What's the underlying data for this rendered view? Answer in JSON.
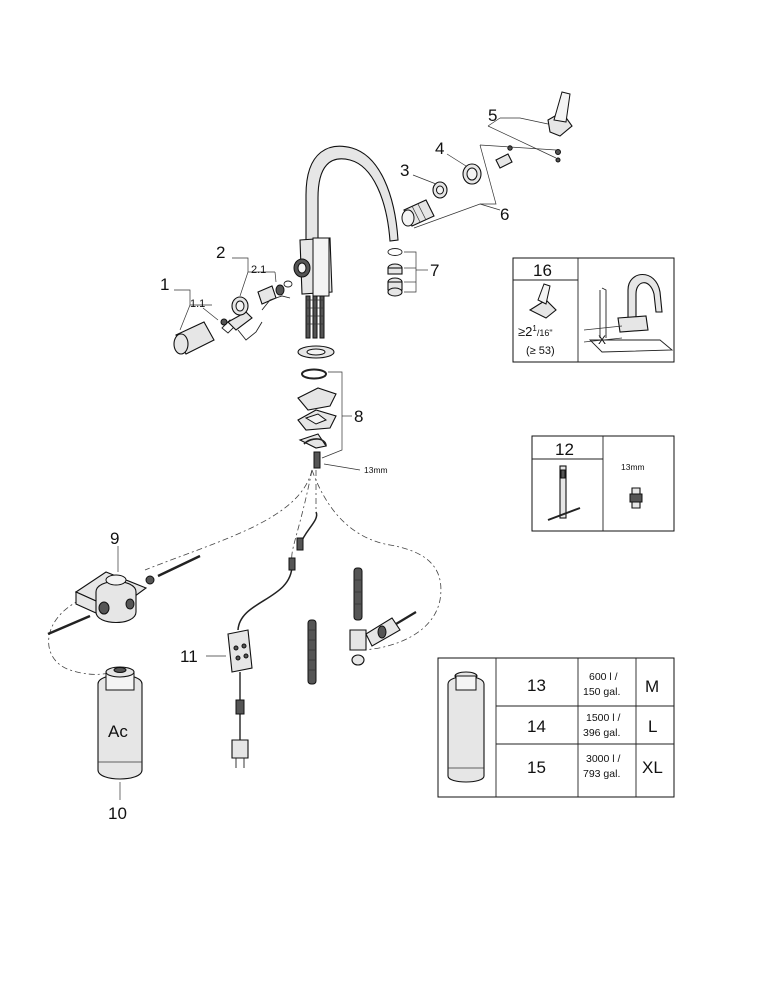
{
  "callouts": {
    "p1": "1",
    "p1_1": "1.1",
    "p2": "2",
    "p2_1": "2.1",
    "p3": "3",
    "p4": "4",
    "p5": "5",
    "p6": "6",
    "p7": "7",
    "p8": "8",
    "p9": "9",
    "p10": "10",
    "p11": "11",
    "wrench_size": "13mm"
  },
  "cartridge_label": "Ac",
  "box16": {
    "number": "16",
    "dimension_main": "≥2",
    "dimension_sup": "1",
    "dimension_den": "/16\"",
    "dimension_metric": "(≥ 53)",
    "x_label": "X"
  },
  "box12": {
    "number": "12",
    "size": "13mm"
  },
  "filter_table": {
    "rows": [
      {
        "number": "13",
        "capacity_line1": "600 l /",
        "capacity_line2": "150 gal.",
        "size": "M"
      },
      {
        "number": "14",
        "capacity_line1": "1500 l /",
        "capacity_line2": "396 gal.",
        "size": "L"
      },
      {
        "number": "15",
        "capacity_line1": "3000 l /",
        "capacity_line2": "793 gal.",
        "size": "XL"
      }
    ]
  }
}
